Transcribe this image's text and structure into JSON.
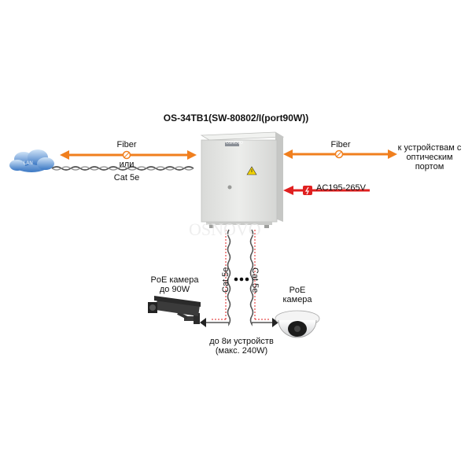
{
  "title": "OS-34TB1(SW-80802/I(port90W))",
  "lan_label": "LAN",
  "left_link": {
    "fiber_label": "Fiber",
    "or_label": "или",
    "cat_label": "Cat 5e"
  },
  "right_link": {
    "fiber_label": "Fiber",
    "dest_label": "к устройствам с оптическим портом"
  },
  "power_label": "AC195-265V",
  "enclosure_logo": "OSNOVO",
  "watermark": "OSNOVO",
  "down_links": {
    "left_cable_label": "Cat 5e",
    "right_cable_label": "Cat 5e"
  },
  "cam_left_label": "PoE камера до 90W",
  "cam_right_label": "PoE камера",
  "devices_label": "до 8и устройств (макс. 240W)",
  "colors": {
    "orange": "#f07f1e",
    "red": "#e02020",
    "cable": "#555555",
    "enclosure": "#e4e5e3"
  }
}
